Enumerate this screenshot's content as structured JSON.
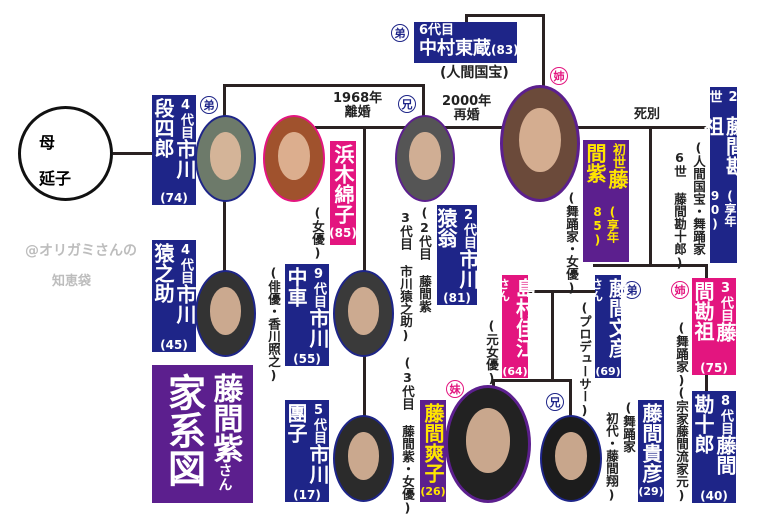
{
  "mother": {
    "label": "母",
    "name": "延子"
  },
  "watermark": {
    "line1": "@オリガミさんの",
    "line2": "知恵袋"
  },
  "title": {
    "line1": "藤間紫",
    "suffix": "さん",
    "line2": "家系図"
  },
  "labels": {
    "divorce_year": "1968年",
    "divorce": "離婚",
    "remarry_year": "2000年",
    "remarry": "再婚",
    "bereaved": "死別"
  },
  "badges": {
    "younger_brother": "弟",
    "older_brother": "兄",
    "older_sister": "姉",
    "younger_sister": "妹"
  },
  "people": {
    "nakamura_tozo": {
      "gen": "6代目",
      "name": "中村東蔵",
      "age": "(83)",
      "note": "(人間国宝)"
    },
    "danshiro": {
      "gen": "4代目",
      "name": "市川段四郎",
      "age": "(74)"
    },
    "hamaki": {
      "name": "浜木綿子",
      "age": "(85)",
      "note": "(女優)"
    },
    "ennosuke_elder": {
      "gen": "2代目",
      "name": "市川猿翁",
      "age": "(81)",
      "note1": "(2代目 藤間紫",
      "note2": "3代目 市川猿之助)"
    },
    "murasaki": {
      "gen": "初世",
      "name": "藤間紫",
      "age": "(享年85)",
      "note": "(舞踊家・女優)"
    },
    "kanso2": {
      "gen": "2世",
      "name": "藤間勘祖",
      "age": "(享年90)",
      "note1": "(人間国宝・舞踊家",
      "note2": "6世 藤間勘十郎)"
    },
    "ennosuke": {
      "gen": "4代目",
      "name": "市川猿之助",
      "age": "(45)"
    },
    "chusha": {
      "gen": "9代目",
      "name": "市川中車",
      "age": "(55)",
      "note": "(俳優・香川照之)"
    },
    "danko": {
      "gen": "5代目",
      "name": "市川團子",
      "age": "(17)"
    },
    "sawako": {
      "name": "藤間爽子",
      "age": "(26)",
      "note": "(3代目 藤間紫・女優)"
    },
    "yoshie": {
      "name": "島村佳江",
      "san": "さん",
      "age": "(64)",
      "note": "(元女優)"
    },
    "fumihiko": {
      "name": "藤間文彦",
      "san": "さん",
      "age": "(69)",
      "note": "(プロデューサー)"
    },
    "kanso3": {
      "gen": "3代目",
      "name": "藤間勘祖",
      "age": "(75)",
      "note": "(舞踊家)"
    },
    "kanjuro": {
      "gen": "8代目",
      "name": "藤間勘十郎",
      "age": "(40)",
      "note": "(宗家藤間流家元)"
    },
    "takahiko": {
      "name": "藤間貴彦",
      "age": "(29)",
      "note1": "(舞踊家",
      "note2": "初代・藤間翔)"
    }
  },
  "colors": {
    "blue": "#1e2588",
    "pink": "#e3157f",
    "purple": "#5c1f8e",
    "yellow": "#ffe500"
  }
}
